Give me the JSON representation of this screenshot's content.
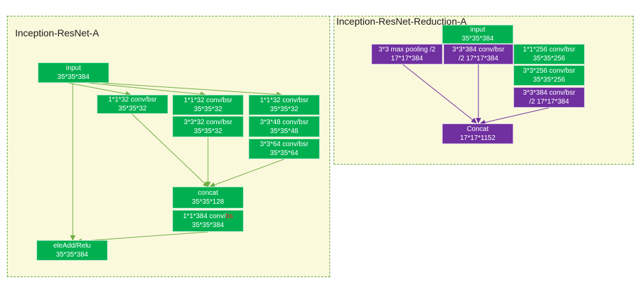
{
  "panel_a": {
    "title": "Inception-ResNet-A",
    "nodes": {
      "input": {
        "line1": "input",
        "line2": "35*35*384"
      },
      "b1": {
        "line1": "1*1*32 conv/bsr",
        "line2": "35*35*32"
      },
      "b2a": {
        "line1": "1*1*32 conv/bsr",
        "line2": "35*35*32"
      },
      "b2b": {
        "line1": "3*3*32 conv/bsr",
        "line2": "35*35*32"
      },
      "b3a": {
        "line1": "1*1*32 conv/bsr",
        "line2": "35*35*32"
      },
      "b3b": {
        "line1": "3*3*48 conv/bsr",
        "line2": "35*35*48"
      },
      "b3c": {
        "line1": "3*3*64 conv/bsr",
        "line2": "35*35*64"
      },
      "concat": {
        "line1": "concat",
        "line2": "35*35*128"
      },
      "proj": {
        "line1_main": "1*1*384 conv/",
        "line1_red": "bs",
        "line2": "35*35*384"
      },
      "add": {
        "line1": "eleAdd/Relu",
        "line2": "35*35*384"
      }
    }
  },
  "panel_b": {
    "title": "Inception-ResNet-Reduction-A",
    "nodes": {
      "input": {
        "line1": "input",
        "line2": "35*35*384"
      },
      "pool": {
        "line1": "3*3 max pooling /2",
        "line2": "17*17*384"
      },
      "conv": {
        "line1": "3*3*384 conv/bsr",
        "line2": "/2  17*17*384"
      },
      "c1": {
        "line1": "1*1*256 conv/bsr",
        "line2": "35*35*256"
      },
      "c2": {
        "line1": "3*3*256 conv/bsr",
        "line2": "35*35*256"
      },
      "c3": {
        "line1": "3*3*384 conv/bsr",
        "line2": "/2  17*17*384"
      },
      "concat": {
        "line1": "Concat",
        "line2": "17*17*1152"
      }
    }
  },
  "colors": {
    "green_node": "#00b050",
    "purple_node": "#7030a0",
    "panel_bg": "#fbf9dc",
    "panel_border": "#6aa84f",
    "edge_a": "#70ad47",
    "edge_b": "#7030a0"
  }
}
